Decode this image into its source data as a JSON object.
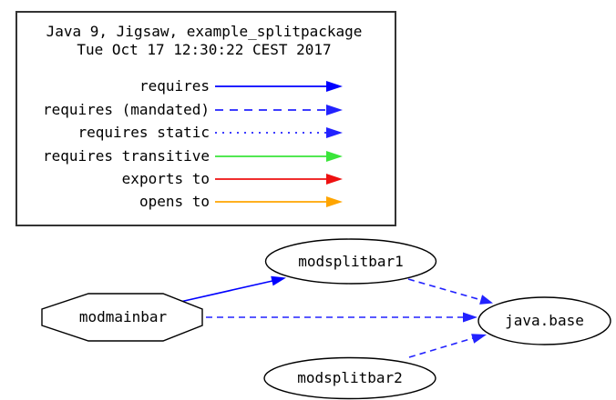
{
  "title": {
    "line1": "Java 9, Jigsaw, example_splitpackage",
    "line2": "Tue Oct 17 12:30:22 CEST 2017"
  },
  "legend": {
    "items": [
      {
        "label": "requires",
        "color": "#0000ff",
        "style": "solid"
      },
      {
        "label": "requires (mandated)",
        "color": "#2222ff",
        "style": "dashed"
      },
      {
        "label": "requires static",
        "color": "#2222ff",
        "style": "dotted"
      },
      {
        "label": "requires transitive",
        "color": "#3ae53a",
        "style": "solid"
      },
      {
        "label": "exports to",
        "color": "#ee1111",
        "style": "solid"
      },
      {
        "label": "opens to",
        "color": "#ffa500",
        "style": "solid"
      }
    ]
  },
  "graph": {
    "nodes": [
      {
        "id": "modmainbar",
        "label": "modmainbar",
        "shape": "octagon"
      },
      {
        "id": "modsplitbar1",
        "label": "modsplitbar1",
        "shape": "ellipse"
      },
      {
        "id": "modsplitbar2",
        "label": "modsplitbar2",
        "shape": "ellipse"
      },
      {
        "id": "java.base",
        "label": "java.base",
        "shape": "ellipse"
      }
    ],
    "edges": [
      {
        "from": "modmainbar",
        "to": "modsplitbar1",
        "type": "requires",
        "color": "#0000ff",
        "style": "solid"
      },
      {
        "from": "modmainbar",
        "to": "java.base",
        "type": "requires (mandated)",
        "color": "#2222ff",
        "style": "dashed"
      },
      {
        "from": "modsplitbar1",
        "to": "java.base",
        "type": "requires (mandated)",
        "color": "#2222ff",
        "style": "dashed"
      },
      {
        "from": "modsplitbar2",
        "to": "java.base",
        "type": "requires (mandated)",
        "color": "#2222ff",
        "style": "dashed"
      }
    ]
  }
}
